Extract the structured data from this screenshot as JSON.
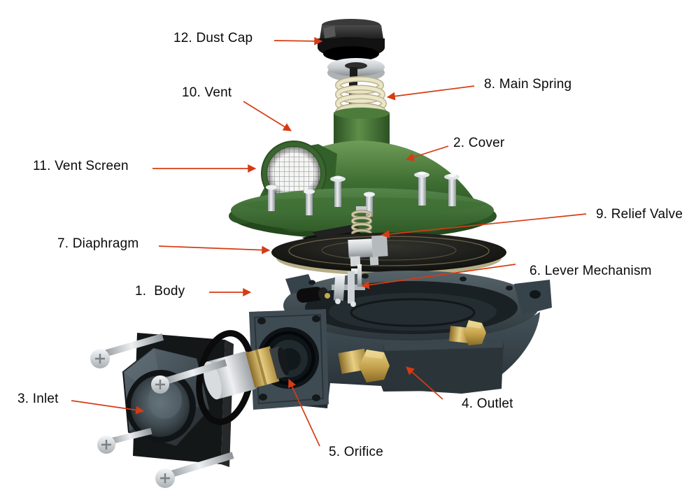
{
  "figure": {
    "type": "exploded-parts-diagram",
    "subject": "Gas pressure regulator exploded view with numbered part callouts",
    "background": "#ffffff"
  },
  "labels": [
    {
      "num": "12",
      "text": "12. Dust Cap",
      "part": "dust-cap"
    },
    {
      "num": "8",
      "text": "8. Main Spring",
      "part": "main-spring"
    },
    {
      "num": "10",
      "text": "10. Vent",
      "part": "vent"
    },
    {
      "num": "2",
      "text": "2. Cover",
      "part": "cover"
    },
    {
      "num": "11",
      "text": "11. Vent Screen",
      "part": "vent-screen"
    },
    {
      "num": "9",
      "text": "9. Relief Valve",
      "part": "relief-valve"
    },
    {
      "num": "7",
      "text": "7. Diaphragm",
      "part": "diaphragm"
    },
    {
      "num": "6",
      "text": "6. Lever Mechanism",
      "part": "lever-mechanism"
    },
    {
      "num": "1",
      "text": "1.  Body",
      "part": "body"
    },
    {
      "num": "3",
      "text": "3. Inlet",
      "part": "inlet"
    },
    {
      "num": "4",
      "text": "4. Outlet",
      "part": "outlet"
    },
    {
      "num": "5",
      "text": "5. Orifice",
      "part": "orifice"
    }
  ],
  "colors": {
    "arrow": "#d63b14",
    "label_text": "#0a0a0a",
    "cover_green": "#3f6f33",
    "spring_cream": "#e9e4c2",
    "body_gray": "#37434a",
    "brass": "#c9a84c",
    "diaphragm_black": "#0b0b0b",
    "bolt_silver": "#d7dbde"
  }
}
